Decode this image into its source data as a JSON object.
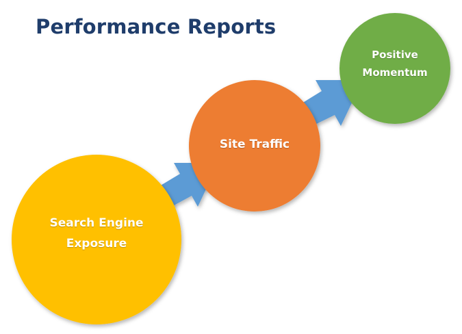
{
  "title": "Performance Reports",
  "nodes": [
    {
      "id": "search",
      "lines": [
        "Search Engine",
        "Exposure"
      ],
      "color": "#FFC000"
    },
    {
      "id": "traffic",
      "lines": [
        "Site Traffic"
      ],
      "color": "#ED7D31"
    },
    {
      "id": "momentum",
      "lines": [
        "Positive",
        "Momentum"
      ],
      "color": "#70AD47"
    }
  ],
  "arrow_color": "#5B9BD5"
}
